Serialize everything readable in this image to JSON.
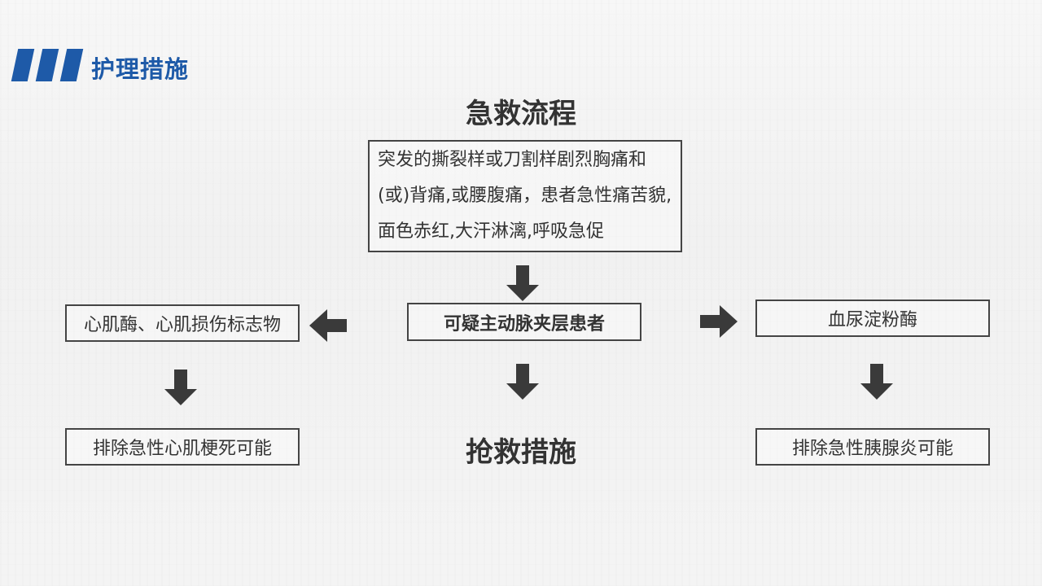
{
  "header": {
    "title": "护理措施"
  },
  "diagram": {
    "heading_top": "急救流程",
    "symptom_text": "突发的撕裂样或刀割样剧烈胸痛和(或)背痛,或腰腹痛，患者急性痛苦貌,面色赤红,大汗淋漓,呼吸急促",
    "center_node": "可疑主动脉夹层患者",
    "left_node": "心肌酶、心肌损伤标志物",
    "left_result": "排除急性心肌梗死可能",
    "right_node": "血尿淀粉酶",
    "right_result": "排除急性胰腺炎可能",
    "heading_bottom": "抢救措施"
  },
  "colors": {
    "accent": "#1e5aa8",
    "text": "#333333",
    "arrow": "#3a3a3a",
    "border": "#444444"
  }
}
